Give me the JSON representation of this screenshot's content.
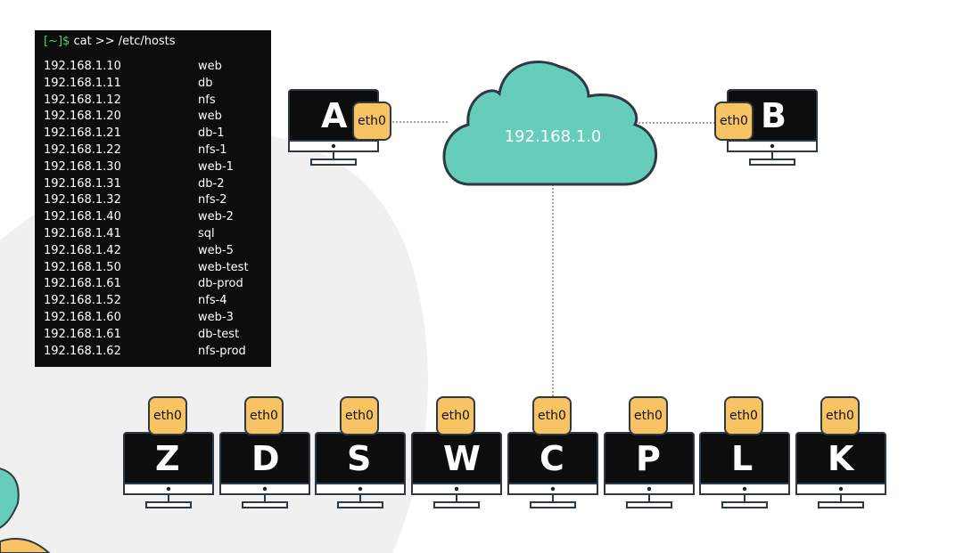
{
  "terminal": {
    "prompt": "[~]$",
    "command": "cat >> /etc/hosts",
    "entries": [
      {
        "ip": "192.168.1.10",
        "host": "web"
      },
      {
        "ip": "192.168.1.11",
        "host": "db"
      },
      {
        "ip": "192.168.1.12",
        "host": "nfs"
      },
      {
        "ip": "192.168.1.20",
        "host": "web"
      },
      {
        "ip": "192.168.1.21",
        "host": "db-1"
      },
      {
        "ip": "192.168.1.22",
        "host": "nfs-1"
      },
      {
        "ip": "192.168.1.30",
        "host": "web-1"
      },
      {
        "ip": "192.168.1.31",
        "host": "db-2"
      },
      {
        "ip": "192.168.1.32",
        "host": "nfs-2"
      },
      {
        "ip": "192.168.1.40",
        "host": "web-2"
      },
      {
        "ip": "192.168.1.41",
        "host": "sql"
      },
      {
        "ip": "192.168.1.42",
        "host": "web-5"
      },
      {
        "ip": "192.168.1.50",
        "host": "web-test"
      },
      {
        "ip": "192.168.1.61",
        "host": "db-prod"
      },
      {
        "ip": "192.168.1.52",
        "host": "nfs-4"
      },
      {
        "ip": "192.168.1.60",
        "host": "web-3"
      },
      {
        "ip": "192.168.1.61",
        "host": "db-test"
      },
      {
        "ip": "192.168.1.62",
        "host": "nfs-prod"
      }
    ]
  },
  "network": {
    "label": "192.168.1.0"
  },
  "interface_label": "eth0",
  "top_nodes": [
    {
      "letter": "A",
      "eth_side": "right"
    },
    {
      "letter": "B",
      "eth_side": "left"
    }
  ],
  "bottom_nodes": [
    "Z",
    "D",
    "S",
    "W",
    "C",
    "P",
    "L",
    "K"
  ],
  "colors": {
    "cloud": "#66cdbb",
    "eth_badge": "#f8c463",
    "monitor": "#0d0d0d",
    "outline": "#2d3a45",
    "background_shape": "#f0f0f0",
    "prompt": "#4fd26a"
  }
}
